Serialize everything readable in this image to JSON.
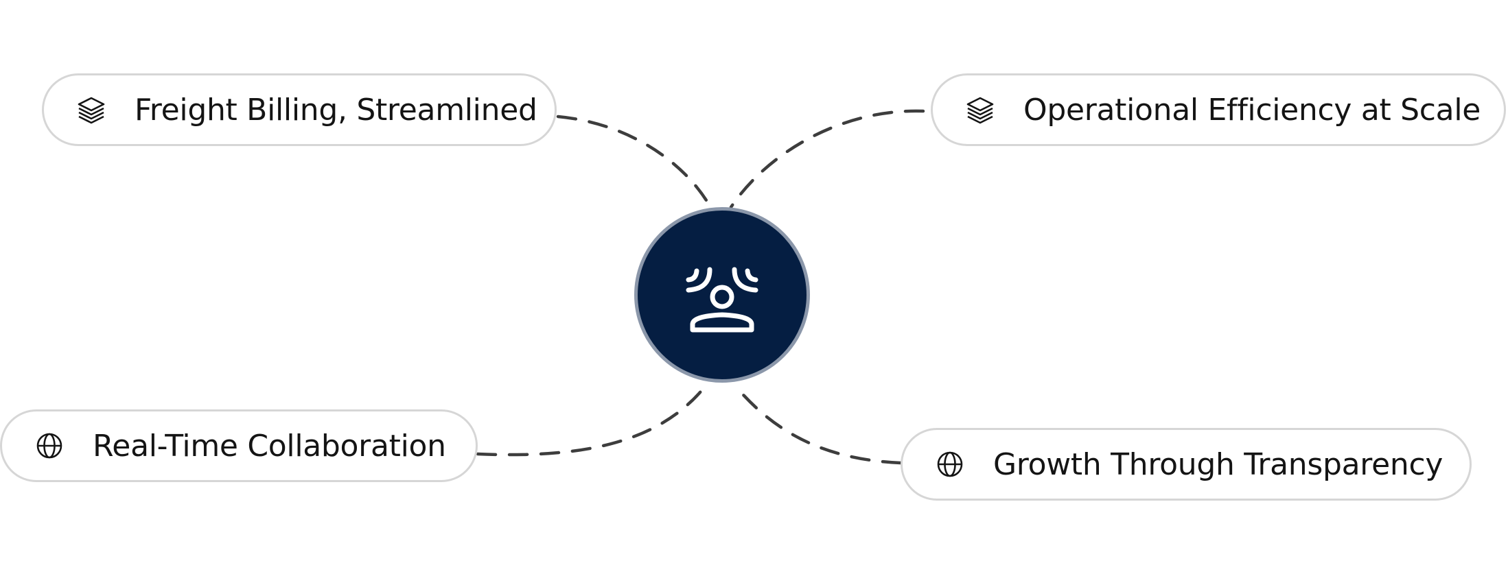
{
  "diagram": {
    "center": {
      "icon": "person-broadcast-icon",
      "fill_color": "#051e42",
      "ring_color": "#8b97aa"
    },
    "connector": {
      "style": "dashed",
      "color": "#3d3d3d"
    },
    "nodes": [
      {
        "id": "freight-billing",
        "label": "Freight Billing, Streamlined",
        "icon": "layers-icon"
      },
      {
        "id": "operational-efficiency",
        "label": "Operational Efficiency at Scale",
        "icon": "layers-icon"
      },
      {
        "id": "real-time-collaboration",
        "label": "Real-Time Collaboration",
        "icon": "globe-icon"
      },
      {
        "id": "growth-transparency",
        "label": "Growth Through Transparency",
        "icon": "globe-icon"
      }
    ]
  }
}
